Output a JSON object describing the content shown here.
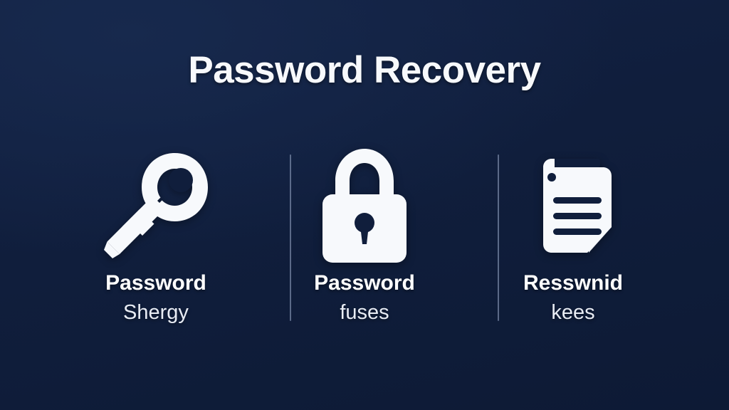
{
  "slide": {
    "title": "Password Recovery",
    "background_color": "#101e3c",
    "text_color": "#ffffff",
    "icon_color": "#f7f9fc",
    "divider_color": "#8b99b8"
  },
  "columns": [
    {
      "icon": "key-icon",
      "label_primary": "Password",
      "label_secondary": "Shergy"
    },
    {
      "icon": "padlock-icon",
      "label_primary": "Password",
      "label_secondary": "fuses"
    },
    {
      "icon": "document-icon",
      "label_primary": "Resswnid",
      "label_secondary": "kees"
    }
  ]
}
